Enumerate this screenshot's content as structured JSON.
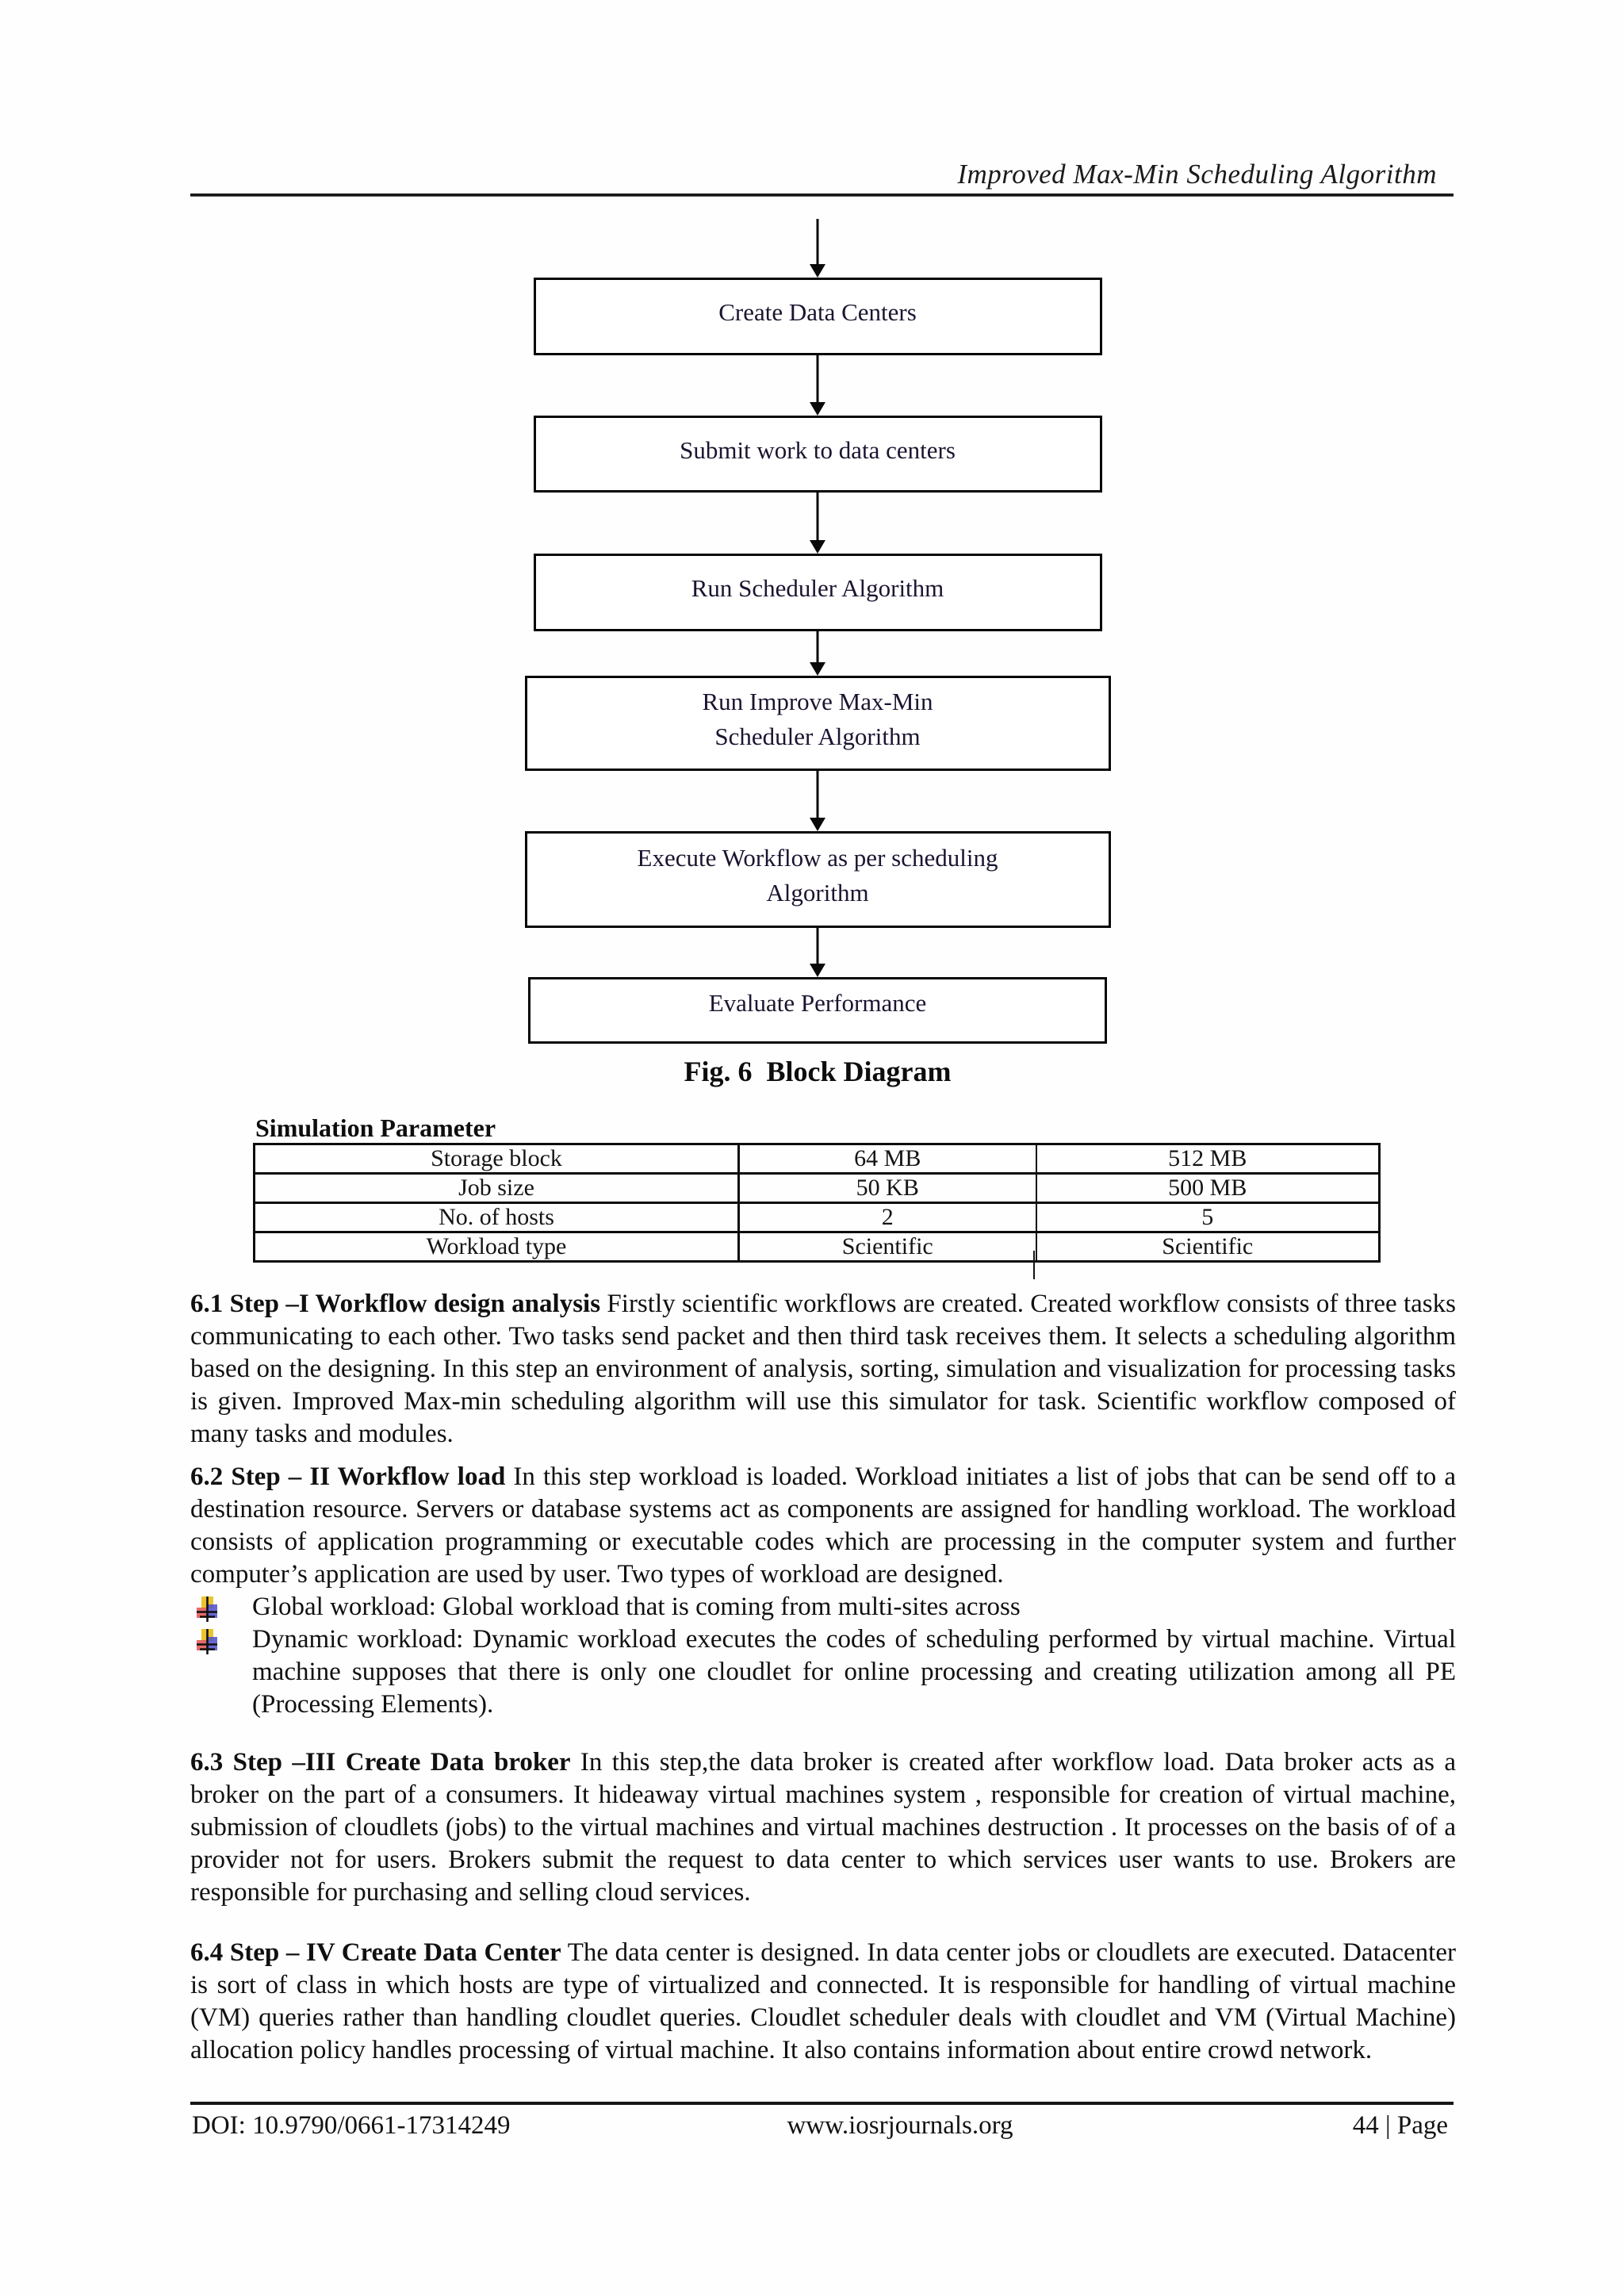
{
  "header": {
    "title": "Improved Max-Min Scheduling Algorithm"
  },
  "flowchart": {
    "nodes": [
      {
        "label": "Create Data Centers"
      },
      {
        "label": "Submit work to data centers"
      },
      {
        "label": "Run Scheduler Algorithm"
      },
      {
        "label": "Run Improve Max-Min\nScheduler Algorithm"
      },
      {
        "label": "Execute Workflow as per scheduling\nAlgorithm"
      },
      {
        "label": "Evaluate Performance"
      }
    ],
    "caption": "Fig. 6  Block Diagram"
  },
  "simulation": {
    "heading": "Simulation Parameter",
    "table": {
      "rows": [
        {
          "param": "Storage block",
          "value1": "64 MB",
          "value2": "512 MB"
        },
        {
          "param": "Job size",
          "value1": "50 KB",
          "value2": "500 MB"
        },
        {
          "param": "No. of hosts",
          "value1": "2",
          "value2": "5"
        },
        {
          "param": "Workload type",
          "value1": "Scientific",
          "value2": "Scientific"
        }
      ]
    }
  },
  "sections": [
    {
      "heading": "6.1 Step –I Workflow design analysis",
      "body": " Firstly scientific workflows are created. Created workflow consists of three tasks communicating to each other. Two tasks send packet and then third task receives them. It selects a scheduling algorithm based on the designing. In this step an environment of analysis, sorting, simulation and visualization for processing tasks is given. Improved Max-min scheduling algorithm will use this simulator for task. Scientific workflow composed of many tasks and modules."
    },
    {
      "heading": "6.2 Step – II Workflow load",
      "body": "  In this step workload is loaded. Workload initiates a list of jobs that can be send off to a destination resource. Servers or database systems act as components are assigned for handling workload. The workload consists of application programming or executable codes which are processing in the computer system and further computer’s application are used by user.  Two types of workload are designed."
    },
    {
      "heading": "6.3 Step –III Create Data broker",
      "body": "  In this step,the data broker is created after workflow load. Data broker acts as a broker on the part of a consumers. It hideaway virtual machines system , responsible for creation of virtual machine, submission of cloudlets (jobs) to the virtual machines and virtual machines destruction . It processes on the basis of of a provider not for users. Brokers submit the request to data center to which services user wants to use. Brokers are responsible for purchasing and selling cloud services."
    },
    {
      "heading": "6.4 Step – IV Create Data Center",
      "body": " The data center is designed. In data center jobs or cloudlets are executed. Datacenter is sort of class in which hosts are type of virtualized and connected. It is responsible for handling of virtual machine (VM) queries rather than handling cloudlet queries.  Cloudlet scheduler deals with cloudlet and VM (Virtual Machine) allocation policy handles processing of virtual machine. It also contains information about entire crowd network."
    }
  ],
  "bullets": [
    "Global workload: Global workload that is coming from multi-sites across",
    "Dynamic workload: Dynamic workload executes the codes of scheduling performed by virtual machine. Virtual machine supposes that there is only one cloudlet for online processing and creating utilization among all PE (Processing Elements)."
  ],
  "footer": {
    "doi": "DOI: 10.9790/0661-17314249",
    "website": "www.iosrjournals.org",
    "page": "44 | Page"
  }
}
